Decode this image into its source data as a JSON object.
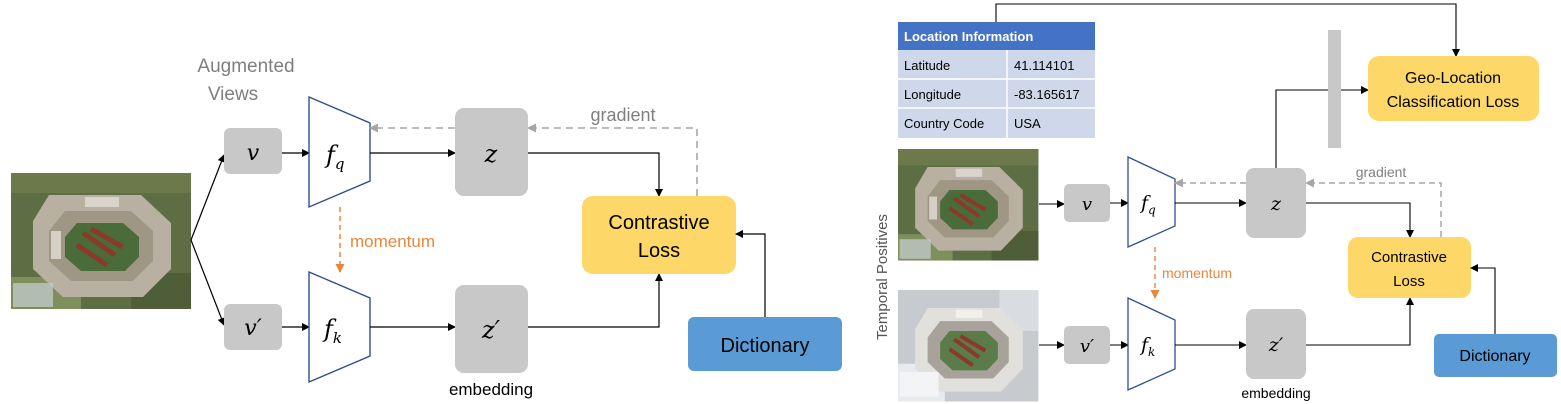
{
  "left_panel": {
    "augmented_views_line1": "Augmented",
    "augmented_views_line2": "Views",
    "view_q": "v",
    "view_k": "v′",
    "encoder_q": "f",
    "encoder_q_sub": "q",
    "encoder_k": "f",
    "encoder_k_sub": "k",
    "embed_q": "z",
    "embed_k": "z′",
    "momentum": "momentum",
    "gradient": "gradient",
    "embedding": "embedding",
    "loss_line1": "Contrastive",
    "loss_line2": "Loss",
    "dictionary": "Dictionary"
  },
  "right_panel": {
    "location_table": {
      "header": "Location Information",
      "rows": [
        {
          "key": "Latitude",
          "value": "41.114101"
        },
        {
          "key": "Longitude",
          "value": "-83.165617"
        },
        {
          "key": "Country Code",
          "value": "USA"
        }
      ]
    },
    "temporal_positives": "Temporal Positives",
    "view_q": "v",
    "view_k": "v′",
    "encoder_q": "f",
    "encoder_q_sub": "q",
    "encoder_k": "f",
    "encoder_k_sub": "k",
    "embed_q": "z",
    "embed_k": "z′",
    "momentum": "momentum",
    "gradient": "gradient",
    "embedding": "embedding",
    "loss_line1": "Contrastive",
    "loss_line2": "Loss",
    "dictionary": "Dictionary",
    "geo_loss_line1": "Geo-Location",
    "geo_loss_line2": "Classification Loss"
  },
  "colors": {
    "gray_box": "#c8c8c8",
    "yellow_box": "#fdd868",
    "blue_box": "#5b9bd5",
    "orange": "#e8863a",
    "dashed_gray": "#a6a6a6",
    "encoder_stroke": "#2f4f8f",
    "table_header": "#4472c4",
    "table_row": "#cfd8ea"
  }
}
